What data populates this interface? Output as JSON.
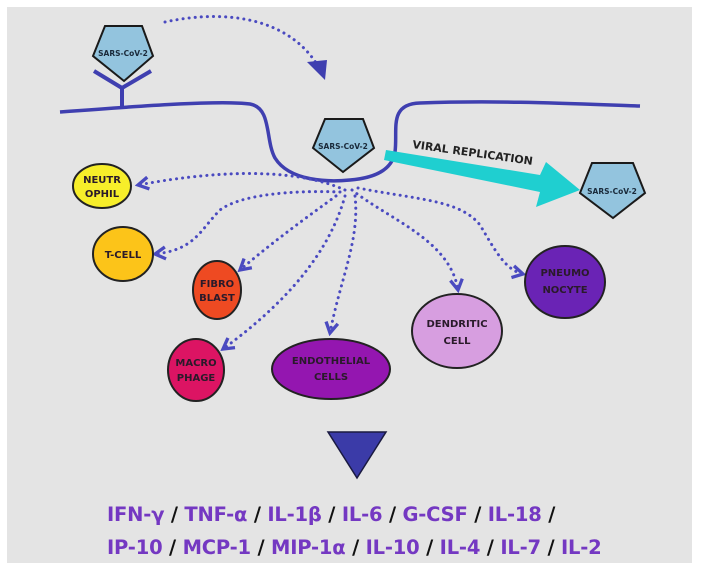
{
  "virus_label": "SARS-CoV-2",
  "process_label": "VIRAL REPLICATION",
  "cells": [
    {
      "name": "neutrophil",
      "lines": [
        "NEUTR",
        "OPHIL"
      ],
      "color": "#f7ee2a"
    },
    {
      "name": "t-cell",
      "lines": [
        "T-CELL"
      ],
      "color": "#fcc419"
    },
    {
      "name": "fibroblast",
      "lines": [
        "FIBRO",
        "BLAST"
      ],
      "color": "#ee4a22"
    },
    {
      "name": "macrophage",
      "lines": [
        "MACRO",
        "PHAGE"
      ],
      "color": "#dc1463"
    },
    {
      "name": "endothelial-cells",
      "lines": [
        "ENDOTHELIAL",
        "CELLS"
      ],
      "color": "#9416b0"
    },
    {
      "name": "dendritic-cell",
      "lines": [
        "DENDRITIC",
        "CELL"
      ],
      "color": "#d79ee0"
    },
    {
      "name": "pneumocyte",
      "lines": [
        "PNEUMO",
        "NOCYTE"
      ],
      "color": "#6a23b5"
    }
  ],
  "cytokines": {
    "line1": [
      "IFN-γ",
      "TNF-α",
      "IL-1β",
      "IL-6",
      "G-CSF",
      "IL-18"
    ],
    "line2": [
      "IP-10",
      "MCP-1",
      "MIP-1α",
      "IL-10",
      "IL-4",
      "IL-7",
      "IL-2"
    ],
    "separator": "/"
  },
  "colors": {
    "membrane": "#3f3fb0",
    "dotted_arrow": "#4a4ac0",
    "replication_arrow": "#1fcfd0",
    "virus_fill": "#93c4de",
    "down_triangle": "#3b3ba8",
    "cytokine_text": "#7438c2"
  }
}
